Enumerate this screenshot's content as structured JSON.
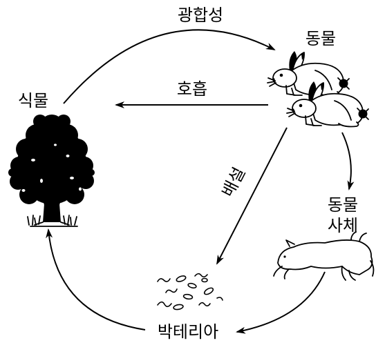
{
  "nodes": {
    "plant": {
      "label": "식물"
    },
    "animal": {
      "label": "동물"
    },
    "dead_animal": {
      "label_line1": "동물",
      "label_line2": "사체"
    },
    "bacteria": {
      "label": "박테리아"
    }
  },
  "edges": {
    "plant_to_animal": {
      "label": "광합성"
    },
    "animal_to_plant": {
      "label": "호흡"
    },
    "animal_to_bacteria": {
      "label": "배설"
    }
  },
  "colors": {
    "ink": "#000000",
    "background": "#ffffff"
  }
}
